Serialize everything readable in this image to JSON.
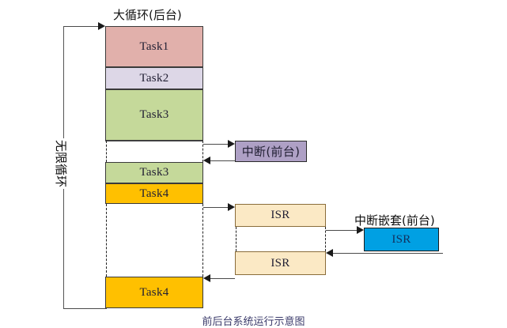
{
  "diagram": {
    "title_top": "大循环(后台)",
    "loop_label": "无限循环",
    "interrupt_label": "中断(前台)",
    "nested_label": "中断嵌套(前台)",
    "bottom_caption": "前后台系统运行示意图",
    "colors": {
      "task1": "#e1b0ab",
      "task2": "#ddd7e7",
      "task3": "#c5d99a",
      "task4": "#ffc000",
      "interrupt": "#aea0c5",
      "isr": "#fbe9c5",
      "isr_nested": "#00a0e3",
      "stroke": "#3a3a3a"
    },
    "main_column": [
      {
        "id": "task1",
        "label": "Task1",
        "color_key": "task1"
      },
      {
        "id": "task2",
        "label": "Task2",
        "color_key": "task2"
      },
      {
        "id": "task3a",
        "label": "Task3",
        "color_key": "task3"
      },
      {
        "id": "task3b",
        "label": "Task3",
        "color_key": "task3"
      },
      {
        "id": "task4a",
        "label": "Task4",
        "color_key": "task4"
      },
      {
        "id": "task4b",
        "label": "Task4",
        "color_key": "task4"
      }
    ],
    "interrupt_box": {
      "label": "中断(前台)"
    },
    "isr_boxes": [
      {
        "id": "isr-upper",
        "label": "ISR"
      },
      {
        "id": "isr-lower",
        "label": "ISR"
      }
    ],
    "nested_isr_box": {
      "label": "ISR"
    }
  }
}
